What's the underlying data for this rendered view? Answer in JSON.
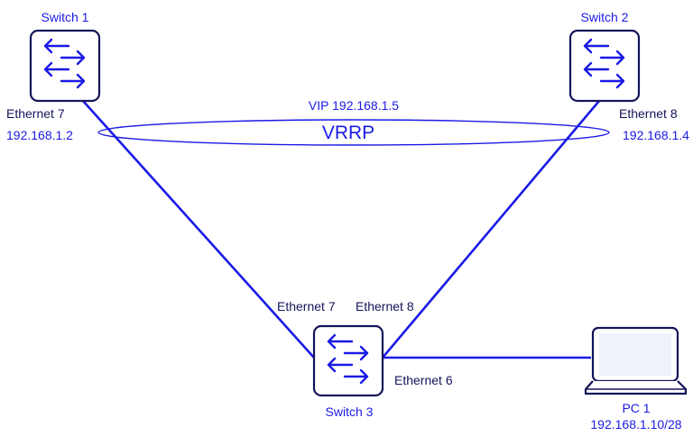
{
  "diagram": {
    "title": "VRRP topology",
    "colors": {
      "link": "#1a1ae6",
      "device_outline": "#14145a",
      "label_blue": "#1a1ae6",
      "label_navy": "#14145a",
      "screen_fill": "#eef2fb"
    },
    "vrrp": {
      "label": "VRRP",
      "vip_label": "VIP 192.168.1.5"
    },
    "nodes": [
      {
        "id": "switch1",
        "type": "switch",
        "icon": "switch-arrows-icon",
        "name": "Switch 1",
        "port": "Ethernet 7",
        "ip": "192.168.1.2"
      },
      {
        "id": "switch2",
        "type": "switch",
        "icon": "switch-arrows-icon",
        "name": "Switch 2",
        "port": "Ethernet 8",
        "ip": "192.168.1.4"
      },
      {
        "id": "switch3",
        "type": "switch",
        "icon": "switch-arrows-icon",
        "name": "Switch 3",
        "ports": [
          "Ethernet 7",
          "Ethernet 8",
          "Ethernet 6"
        ]
      },
      {
        "id": "pc1",
        "type": "pc",
        "icon": "laptop-icon",
        "name": "PC 1",
        "ip": "192.168.1.10/28"
      }
    ],
    "links": [
      {
        "from": "switch1",
        "from_port": "Ethernet 7",
        "to": "switch3",
        "to_port": "Ethernet 7"
      },
      {
        "from": "switch2",
        "from_port": "Ethernet 8",
        "to": "switch3",
        "to_port": "Ethernet 8"
      },
      {
        "from": "switch3",
        "from_port": "Ethernet 6",
        "to": "pc1",
        "to_port": ""
      }
    ]
  }
}
